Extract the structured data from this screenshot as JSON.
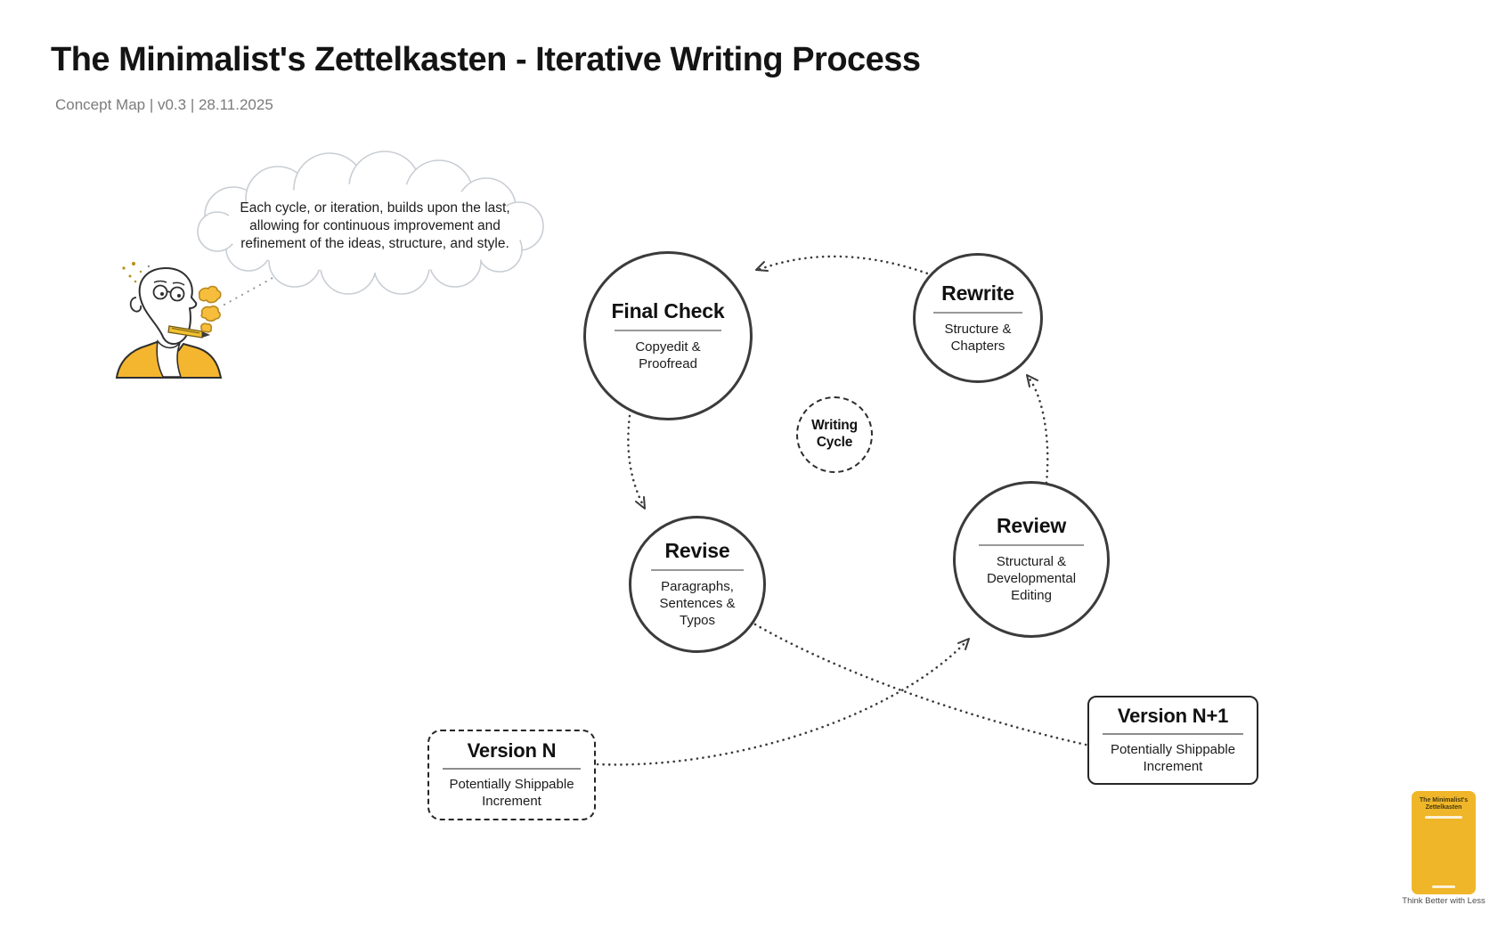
{
  "header": {
    "title": "The Minimalist's Zettelkasten - Iterative Writing Process",
    "subtitle": "Concept Map | v0.3 | 28.11.2025"
  },
  "thought_bubble": {
    "text": "Each cycle, or iteration, builds upon the last, allowing for continuous improvement and refinement of the ideas, structure, and style."
  },
  "diagram": {
    "center_node": {
      "title": "Writing Cycle"
    },
    "steps": {
      "final_check": {
        "title": "Final Check",
        "subtitle": "Copyedit & Proofread"
      },
      "rewrite": {
        "title": "Rewrite",
        "subtitle": "Structure & Chapters"
      },
      "review": {
        "title": "Review",
        "subtitle": "Structural & Developmental Editing"
      },
      "revise": {
        "title": "Revise",
        "subtitle": "Paragraphs, Sentences & Typos"
      }
    },
    "artifacts": {
      "version_n": {
        "title": "Version N",
        "subtitle": "Potentially Shippable Increment"
      },
      "version_n_plus_1": {
        "title": "Version N+1",
        "subtitle": "Potentially Shippable Increment"
      }
    }
  },
  "logo": {
    "card_line1": "The Minimalist's",
    "card_line2": "Zettelkasten",
    "caption": "Think Better with Less"
  },
  "colors": {
    "accent_yellow": "#F0B62A",
    "character_shirt_yellow": "#F5B62F",
    "ink": "#3B3B3B",
    "subtitle_gray": "#7B7B7B",
    "cloud_outline": "#C9CED4"
  }
}
